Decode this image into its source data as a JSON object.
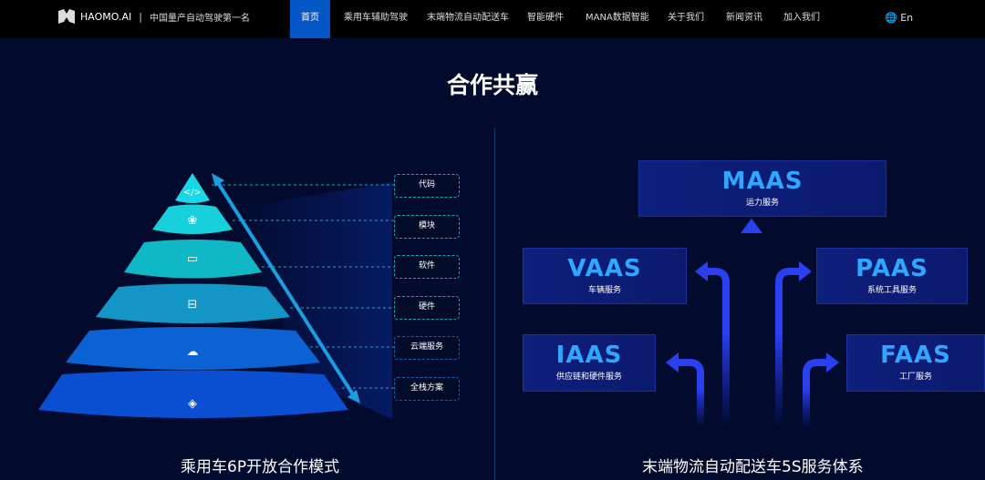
{
  "nav": {
    "brand": "HAOMO.AI",
    "slogan": "中国量产自动驾驶第一名",
    "items": [
      {
        "label": "首页",
        "active": true
      },
      {
        "label": "乘用车辅助驾驶"
      },
      {
        "label": "末端物流自动配送车"
      },
      {
        "label": "智能硬件"
      },
      {
        "label": "MANA数据智能"
      },
      {
        "label": "关于我们"
      },
      {
        "label": "新闻资讯"
      },
      {
        "label": "加入我们"
      }
    ],
    "lang": "En"
  },
  "title": "合作共赢",
  "left": {
    "caption": "乘用车6P开放合作模式",
    "labels": [
      "代码",
      "模块",
      "软件",
      "硬件",
      "云端服务",
      "全栈方案"
    ],
    "tier_icons": [
      "code-icon",
      "module-icon",
      "software-icon",
      "hardware-icon",
      "cloud-icon",
      "stack-icon"
    ]
  },
  "right": {
    "caption": "末端物流自动配送车5S服务体系",
    "services": [
      {
        "name": "MAAS",
        "desc": "运力服务"
      },
      {
        "name": "VAAS",
        "desc": "车辆服务"
      },
      {
        "name": "PAAS",
        "desc": "系统工具服务"
      },
      {
        "name": "IAAS",
        "desc": "供应链和硬件服务"
      },
      {
        "name": "FAAS",
        "desc": "工厂服务"
      }
    ]
  },
  "colors": {
    "accent": "#0657c6",
    "background": "#020b2e"
  }
}
